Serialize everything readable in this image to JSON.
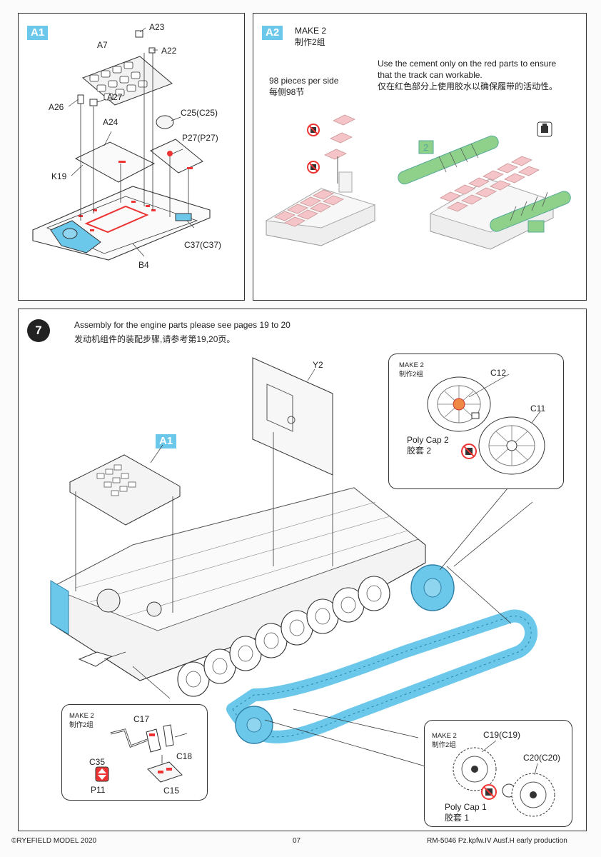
{
  "panel_a1": {
    "tag": "A1",
    "labels": {
      "a23": "A23",
      "a7": "A7",
      "a22": "A22",
      "a26": "A26",
      "a27": "A27",
      "c25": "C25(C25)",
      "a24": "A24",
      "p27": "P27(P27)",
      "k19": "K19",
      "c37": "C37(C37)",
      "b4": "B4"
    }
  },
  "panel_a2": {
    "tag": "A2",
    "make": "MAKE 2",
    "make_cn": "制作2组",
    "pieces_en": "98 pieces per side",
    "pieces_cn": "每侧98节",
    "cement_en_1": "Use the cement only on the red parts to ensure",
    "cement_en_2": "that the track can workable.",
    "cement_cn": "仅在红色部分上使用胶水以确保履带的活动性。",
    "sprue_number": "2"
  },
  "step7": {
    "number": "7",
    "title_en": "Assembly for the engine parts please see pages 19 to 20",
    "title_cn": "发动机组件的装配步骤,请参考第19,20页。",
    "tag_a1": "A1",
    "y2": "Y2",
    "callout_wheel": {
      "make": "MAKE 2",
      "make_cn": "制作2组",
      "c12": "C12",
      "c11": "C11",
      "poly": "Poly Cap 2",
      "poly_cn": "胶套 2"
    },
    "callout_idler": {
      "make": "MAKE 2",
      "make_cn": "制作2组",
      "c17": "C17",
      "c35": "C35",
      "c18": "C18",
      "p11": "P11",
      "c15": "C15"
    },
    "callout_sprocket": {
      "make": "MAKE 2",
      "make_cn": "制作2组",
      "c19": "C19(C19)",
      "c20": "C20(C20)",
      "poly": "Poly Cap 1",
      "poly_cn": "胶套 1"
    }
  },
  "footer": {
    "left": "©RYEFIELD MODEL 2020",
    "page": "07",
    "right": "RM-5046  Pz.kpfw.IV Ausf.H early production"
  },
  "colors": {
    "accent_blue": "#6cc8ea",
    "pink_track": "#f4c4c8",
    "green_sprue": "#8fd08a",
    "red_glue": "#e33"
  }
}
